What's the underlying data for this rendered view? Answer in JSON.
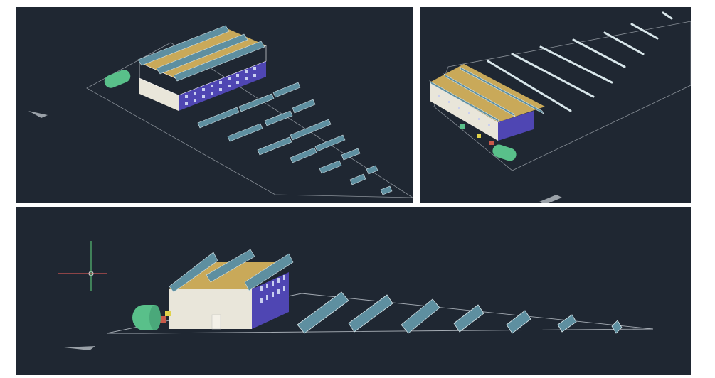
{
  "views": [
    {
      "name": "top-left",
      "projection": "isometric",
      "content": "building-with-roof-solar-and-ground-array"
    },
    {
      "name": "top-right",
      "projection": "isometric",
      "content": "building-with-roof-solar-and-ground-array"
    },
    {
      "name": "bottom",
      "projection": "side-elevation",
      "content": "building-with-roof-solar-and-ground-array"
    }
  ],
  "colors": {
    "background": "#1f2732",
    "roof": "#c9a959",
    "wall_front": "#e9e6da",
    "wall_side": "#4f46b3",
    "window": "#c9cff0",
    "panel": "#5e8fa0",
    "panel_line": "#d8e6ea",
    "tank": "#59c08a",
    "ground_line": "#a6adb5"
  },
  "objects": {
    "building": "warehouse",
    "storage_tank": "cylindrical-tank",
    "ground_panel_rows": 7
  }
}
